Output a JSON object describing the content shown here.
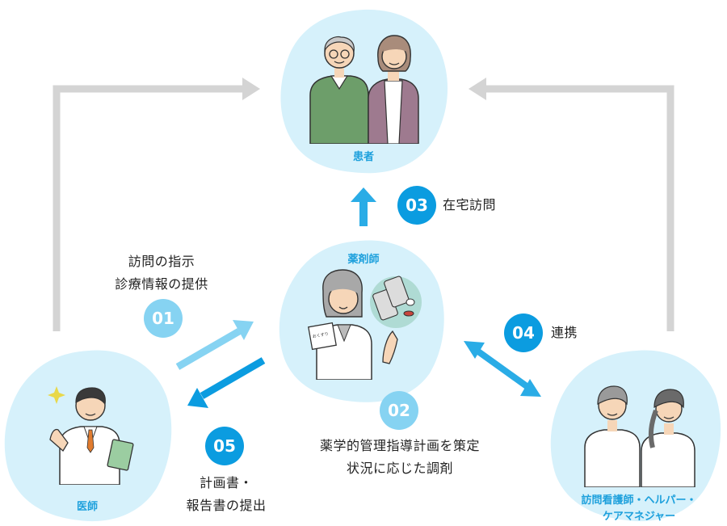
{
  "nodes": {
    "patient": "患者",
    "pharmacist": "薬剤師",
    "doctor": "医師",
    "care_line1": "訪問看護師・ヘルパー・",
    "care_line2": "ケアマネジャー"
  },
  "steps": {
    "s01": {
      "num": "01",
      "line1": "訪問の指示",
      "line2": "診療情報の提供"
    },
    "s02": {
      "num": "02",
      "line1": "薬学的管理指導計画を策定",
      "line2": "状況に応じた調剤"
    },
    "s03": {
      "num": "03",
      "label": "在宅訪問"
    },
    "s04": {
      "num": "04",
      "label": "連携"
    },
    "s05": {
      "num": "05",
      "line1": "計画書・",
      "line2": "報告書の提出"
    }
  },
  "pharmacist_card": "おくすり",
  "colors": {
    "blob": "#d6f1fb",
    "accent": "#0b9ce0",
    "accent_light": "#86d3f2",
    "gray_arrow": "#d4d4d4"
  }
}
